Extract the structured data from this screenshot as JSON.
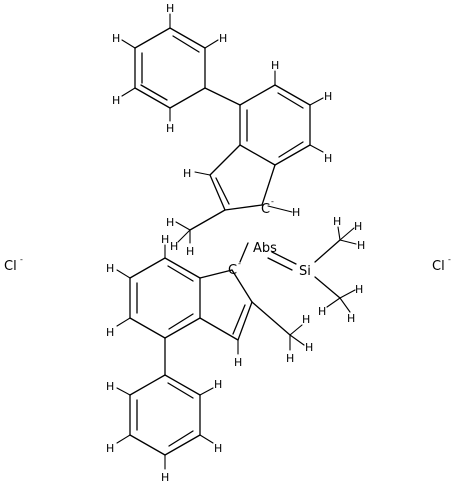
{
  "molecule": {
    "chloride_left": "Cl",
    "chloride_right": "Cl",
    "charge_minus": "-",
    "metal_label": "Abs",
    "silicon_label": "Si",
    "carbanion_upper": "C",
    "carbanion_lower": "C",
    "hydrogen": "H"
  }
}
